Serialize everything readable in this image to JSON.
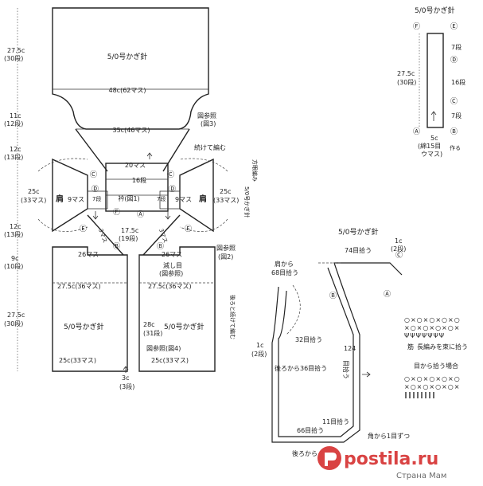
{
  "colors": {
    "ink": "#222222",
    "watermark_red": "#d42a2a",
    "watermark_text": "#555555"
  },
  "main": {
    "hook_label": "5/0号かぎ針",
    "width_top": "48c(62マス)",
    "width_neck": "35c(46マス)",
    "dim_top_h": "27.5c",
    "dim_top_h2": "(30段)",
    "dim_mid_h1": "11c",
    "dim_mid_h1b": "(12段)",
    "dim_mid_h2": "12c",
    "dim_mid_h2b": "(13段)",
    "dim_left_h": "25c",
    "dim_left_h2": "(33マス)",
    "dim_right_h": "25c",
    "dim_right_h2": "(33マス)",
    "dim_low1": "12c",
    "dim_low1b": "(13段)",
    "dim_low2": "9c",
    "dim_low2b": "(10段)",
    "dim_low3": "27.5c",
    "dim_low3b": "(30段)",
    "ref_fig3": "図参照",
    "ref_fig3b": "(図3)",
    "continue_knit": "続けて編む",
    "eye_knit": "方眼編み",
    "hook_vertical": "5/0号かぎ針",
    "sts20": "20マス",
    "rows16": "16段",
    "collar_label": "衿(図1)",
    "rows7_l": "7段",
    "rows7_r": "7段",
    "sts9_l": "9マス",
    "sts9_r": "9マス",
    "shoulder_l": "肩",
    "shoulder_r": "肩",
    "sts3_l": "3マス",
    "sts3_r": "3マス",
    "dim_center": "17.5c",
    "dim_center2": "(19段)",
    "sts26_l": "26マス",
    "sts26_r": "26マス",
    "ref_fig2": "図参照",
    "ref_fig2b": "(図2)",
    "dec_label": "減し目",
    "dec_label2": "(図参照)",
    "back_continue": "後ろと続けて編む",
    "sts36_l": "27.5c(36マス)",
    "sts36_r": "27.5c(36マス)",
    "dim_28c": "28c",
    "dim_31": "(31段)",
    "ref_fig4": "図参照(図4)",
    "sts33_l": "25c(33マス)",
    "sts33_r": "25c(33マス)",
    "bottom_3c": "3c",
    "bottom_3b": "(3段)",
    "mark_A": "Ⓐ",
    "mark_B": "Ⓑ",
    "mark_C": "Ⓒ",
    "mark_D": "Ⓓ",
    "mark_E": "Ⓔ",
    "mark_F": "Ⓕ"
  },
  "strap": {
    "hook": "5/0号かぎ針",
    "dim": "27.5c",
    "dim2": "(30段)",
    "rows7a": "7段",
    "rows16": "16段",
    "rows7b": "7段",
    "width": "5c",
    "width2": "(綿15目",
    "width3": "ウマス)",
    "make": "作る"
  },
  "edge": {
    "hook": "5/0号かぎ針",
    "dim_1c": "1c",
    "dim_2rows": "(2段)",
    "pick74": "74目拾う",
    "armhole": "肩から",
    "pick68": "68目拾う",
    "pick32": "32目拾う",
    "pick124": "124",
    "pick124b": "目拾う",
    "dim_1c_l": "1c",
    "dim_2rows_l": "(2段)",
    "pick_back36": "後ろから36目拾う",
    "pick11": "11目拾う",
    "pick66": "66目拾う",
    "corner": "角から1目ずつ",
    "back_from": "後ろから",
    "stitch_note": "長編みを束に拾う",
    "stitch_note2": "目から拾う場合",
    "stitch_prefix": "筋"
  },
  "watermark": {
    "brand": "postila.ru",
    "sub": "Страна Мам"
  }
}
